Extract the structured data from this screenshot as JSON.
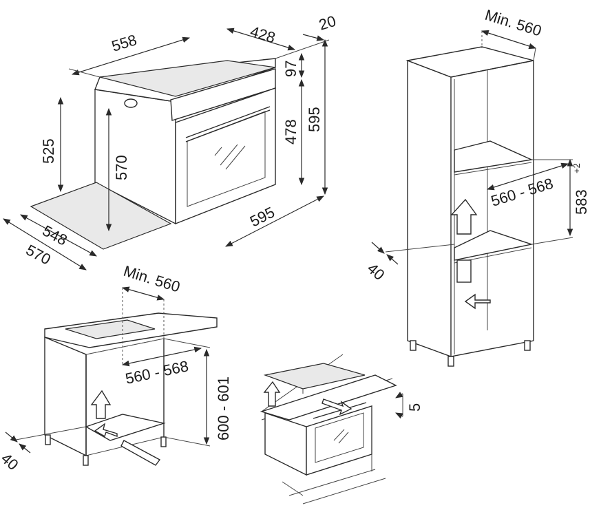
{
  "oven": {
    "dims": {
      "top_depth": "558",
      "front_depth": "428",
      "door_thickness": "20",
      "panel_height": "97",
      "door_height": "478",
      "total_height": "595",
      "body_height": "525",
      "inner_height": "570",
      "width": "595",
      "base_depth": "548",
      "base_width": "570"
    }
  },
  "tall_cabinet": {
    "dims": {
      "min_width": "Min. 560",
      "niche_width": "560 - 568",
      "niche_height": "583",
      "niche_tolerance": "+2",
      "gap": "40"
    }
  },
  "under_counter": {
    "dims": {
      "min_width": "Min. 560",
      "niche_width": "560 - 568",
      "niche_height": "600 - 601",
      "gap": "40"
    }
  },
  "hob_combo": {
    "dims": {
      "gap": "5"
    }
  }
}
